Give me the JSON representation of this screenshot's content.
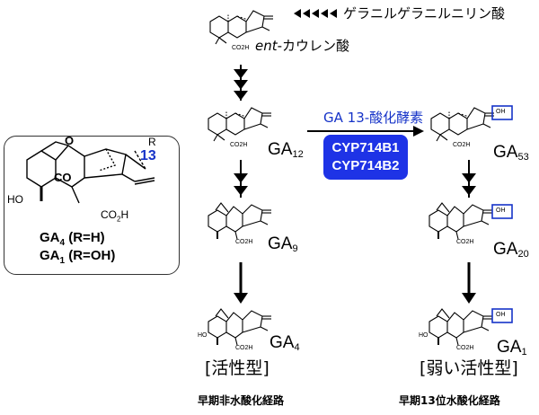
{
  "top": {
    "arrow_source": "ゲラニルゲラニルニリン酸",
    "kaurenoic": "ent-カウレン酸",
    "kaurenoic_italic": "ent",
    "kaurenoic_rest": "-カウレン酸"
  },
  "enzyme": {
    "label": "GA 13-酸化酵素",
    "genes": [
      "CYP714B1",
      "CYP714B2"
    ]
  },
  "left_column": {
    "compounds": [
      {
        "name": "GA",
        "sub": "12"
      },
      {
        "name": "GA",
        "sub": "9"
      },
      {
        "name": "GA",
        "sub": "4"
      }
    ],
    "activity": "[活性型]",
    "pathway": "早期非水酸化経路"
  },
  "right_column": {
    "compounds": [
      {
        "name": "GA",
        "sub": "53"
      },
      {
        "name": "GA",
        "sub": "20"
      },
      {
        "name": "GA",
        "sub": "1"
      }
    ],
    "activity": "[弱い活性型]",
    "pathway": "早期13位水酸化経路"
  },
  "structure_box": {
    "r_label": "R",
    "position": "13",
    "oxygen": "O",
    "carbonyl": "CO",
    "ho": "HO",
    "acid": "CO2H",
    "acid_prefix": "CO",
    "acid_sub": "2",
    "acid_suffix": "H",
    "line1": "GA4 (R=H)",
    "line1_parts": [
      "GA",
      "4",
      " (R=H)"
    ],
    "line2": "GA1 (R=OH)",
    "line2_parts": [
      "GA",
      "1",
      " (R=OH)"
    ]
  },
  "small_labels": {
    "co2h": "CO2H",
    "oh": "OH",
    "ho": "HO"
  },
  "colors": {
    "blue": "#1633c8",
    "gene_box": "#1e33e6",
    "line": "#000000"
  }
}
